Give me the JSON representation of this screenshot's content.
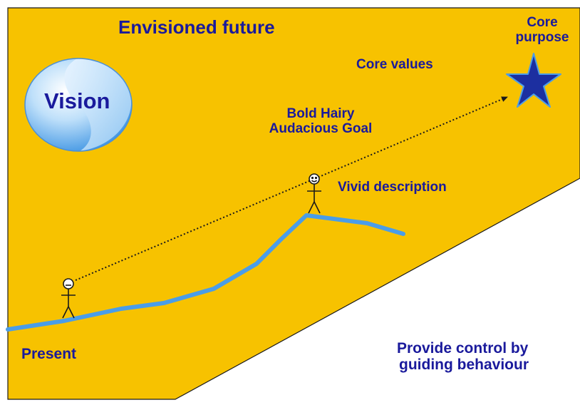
{
  "labels": {
    "envisioned_future": "Envisioned future",
    "core_purpose_line1": "Core",
    "core_purpose_line2": "purpose",
    "core_values": "Core values",
    "vision": "Vision",
    "bhag_line1": "Bold Hairy",
    "bhag_line2": "Audacious Goal",
    "vivid_description": "Vivid description",
    "present": "Present",
    "provide_control_line1": "Provide control by",
    "provide_control_line2": "guiding behaviour"
  },
  "colors": {
    "background_panel": "#f7c200",
    "text": "#1a1a9c",
    "path_line": "#4a9de8",
    "star_fill": "#1c2fa0",
    "vision_globe": "#5aa6e8",
    "outline": "#1a1a1a"
  },
  "icons": {
    "present_figure": "stick-figure-neutral",
    "peak_figure": "stick-figure-smiling",
    "goal_marker": "star",
    "vision_symbol": "yin-yang-globe"
  }
}
